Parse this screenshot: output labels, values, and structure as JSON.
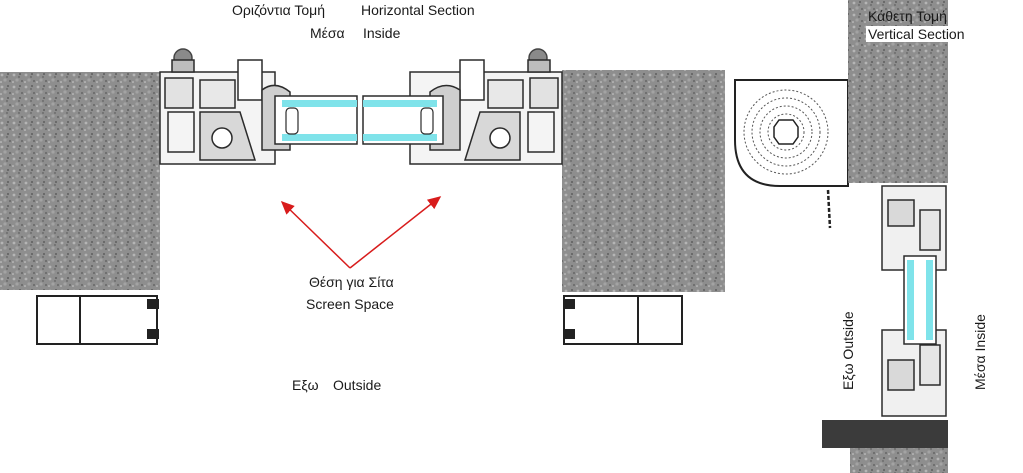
{
  "horizontal_section": {
    "title_greek": "Οριζόντια Τομή",
    "title_english": "Horizontal Section",
    "inside_greek": "Μέσα",
    "inside_english": "Inside",
    "screen_greek": "Θέση για Σίτα",
    "screen_english": "Screen Space",
    "outside_greek": "Εξω",
    "outside_english": "Outside"
  },
  "vertical_section": {
    "title_greek": "Κάθετη Τομή",
    "title_english": "Vertical Section",
    "outside_label": "Εξω  Outside",
    "inside_label": "Μέσα  Inside"
  },
  "colors": {
    "concrete": "#8c8c8c",
    "glass": "#7fe3ea",
    "profile": "#2b2b2b",
    "arrow": "#d81c1c"
  }
}
